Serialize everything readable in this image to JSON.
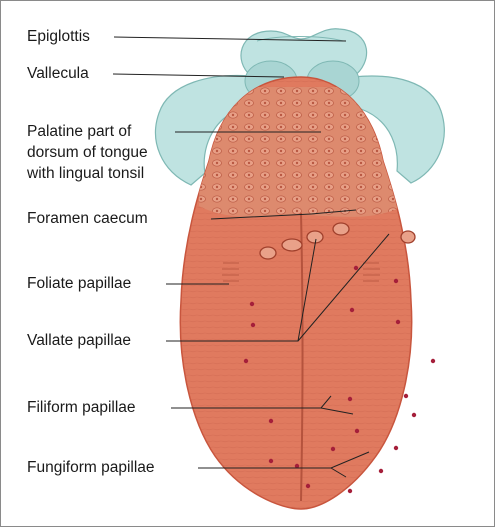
{
  "labels": {
    "epiglottis": "Epiglottis",
    "vallecula": "Vallecula",
    "palatine_line1": "Palatine part of",
    "palatine_line2": "dorsum of tongue",
    "palatine_line3": "with lingual tonsil",
    "foramen_caecum": "Foramen caecum",
    "foliate_papillae": "Foliate papillae",
    "vallate_papillae": "Vallate papillae",
    "filiform_papillae": "Filiform papillae",
    "fungiform_papillae": "Fungiform papillae"
  },
  "colors": {
    "tongue_body": "#e07a5f",
    "tongue_edge": "#c8553d",
    "tonsil_region": "#dd8a6e",
    "epiglottis": "#bfe3e1",
    "epiglottis_edge": "#7fb8b4",
    "fungiform_dot": "#a51f3a",
    "leader_line": "#222222"
  }
}
